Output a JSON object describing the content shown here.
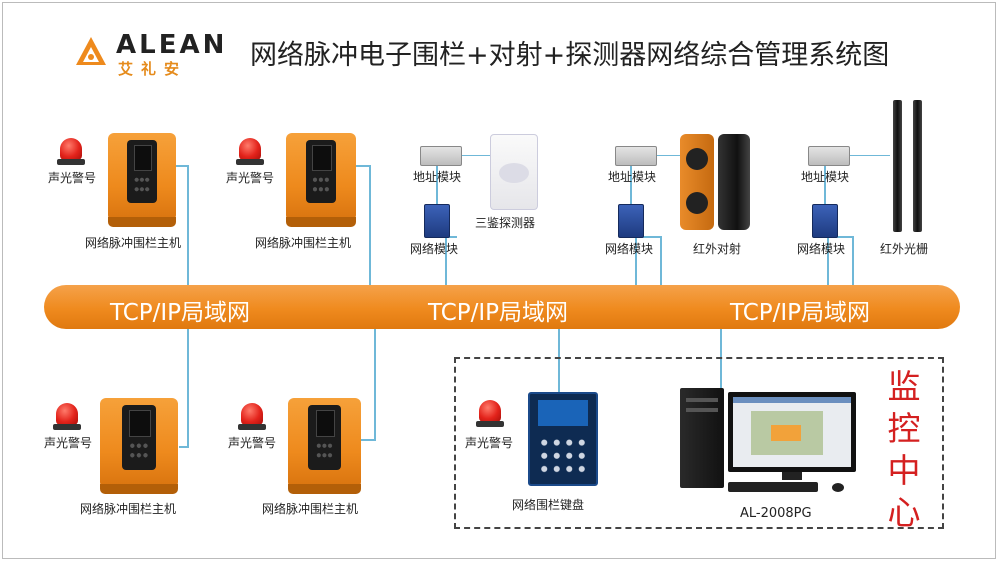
{
  "logo": {
    "brand": "ALEAN",
    "brand_cn": "艾礼安"
  },
  "title": "网络脉冲电子围栏+对射+探测器网络综合管理系统图",
  "bus": {
    "segments": [
      "TCP/IP局域网",
      "TCP/IP局域网",
      "TCP/IP局域网"
    ]
  },
  "labels": {
    "alarm": "声光警号",
    "host": "网络脉冲围栏主机",
    "address_module": "地址模块",
    "network_module": "网络模块",
    "triple_detector": "三鉴探测器",
    "ir_beam": "红外对射",
    "ir_curtain": "红外光栅",
    "keyboard": "网络围栏键盘",
    "pc_model": "AL-2008PG"
  },
  "monitor_center": [
    "监",
    "控",
    "中",
    "心"
  ],
  "colors": {
    "orange": "#ee8a1d",
    "bus": "#ef8a1e",
    "line": "#6fb8d8",
    "red": "#d42020"
  }
}
